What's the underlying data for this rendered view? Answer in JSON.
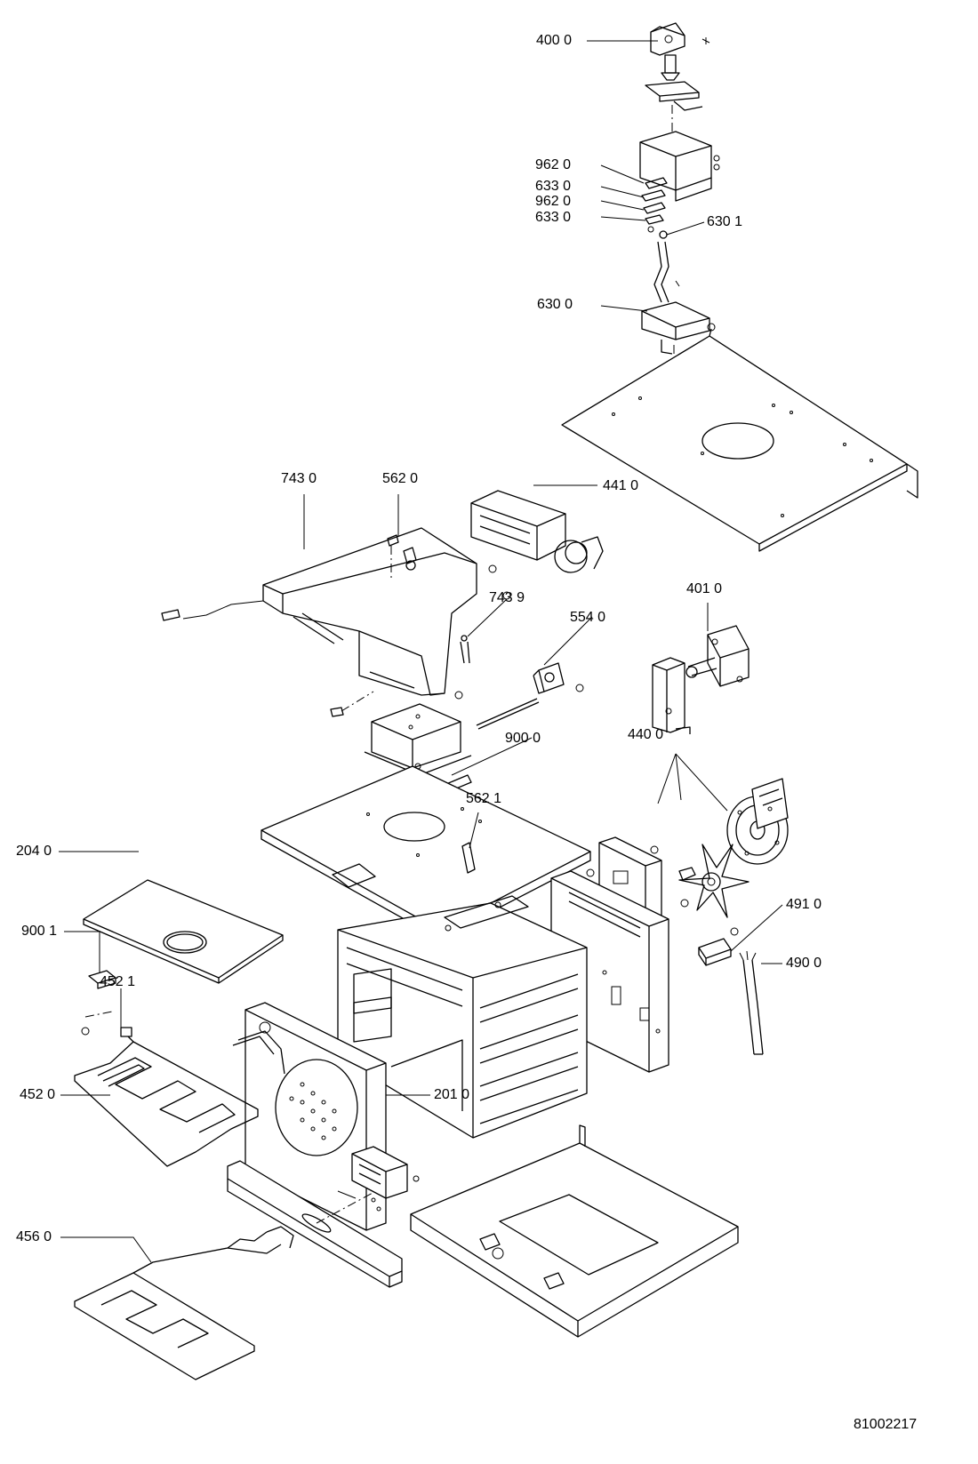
{
  "labels": {
    "p4000": "400 0",
    "p9620a": "962 0",
    "p6330a": "633 0",
    "p9620b": "962 0",
    "p6330b": "633 0",
    "p6301": "630 1",
    "p6300": "630 0",
    "p7430": "743 0",
    "p5620": "562 0",
    "p4410": "441 0",
    "p7439": "743 9",
    "p5540": "554 0",
    "p4010": "401 0",
    "p9000": "900 0",
    "p4400": "440 0",
    "p5621": "562 1",
    "p2040": "204 0",
    "p9001": "900 1",
    "p4910": "491 0",
    "p4900": "490 0",
    "p4521": "452 1",
    "p4520": "452 0",
    "p2010": "201 0",
    "p4560": "456 0"
  },
  "drawing_ref": "81002217"
}
